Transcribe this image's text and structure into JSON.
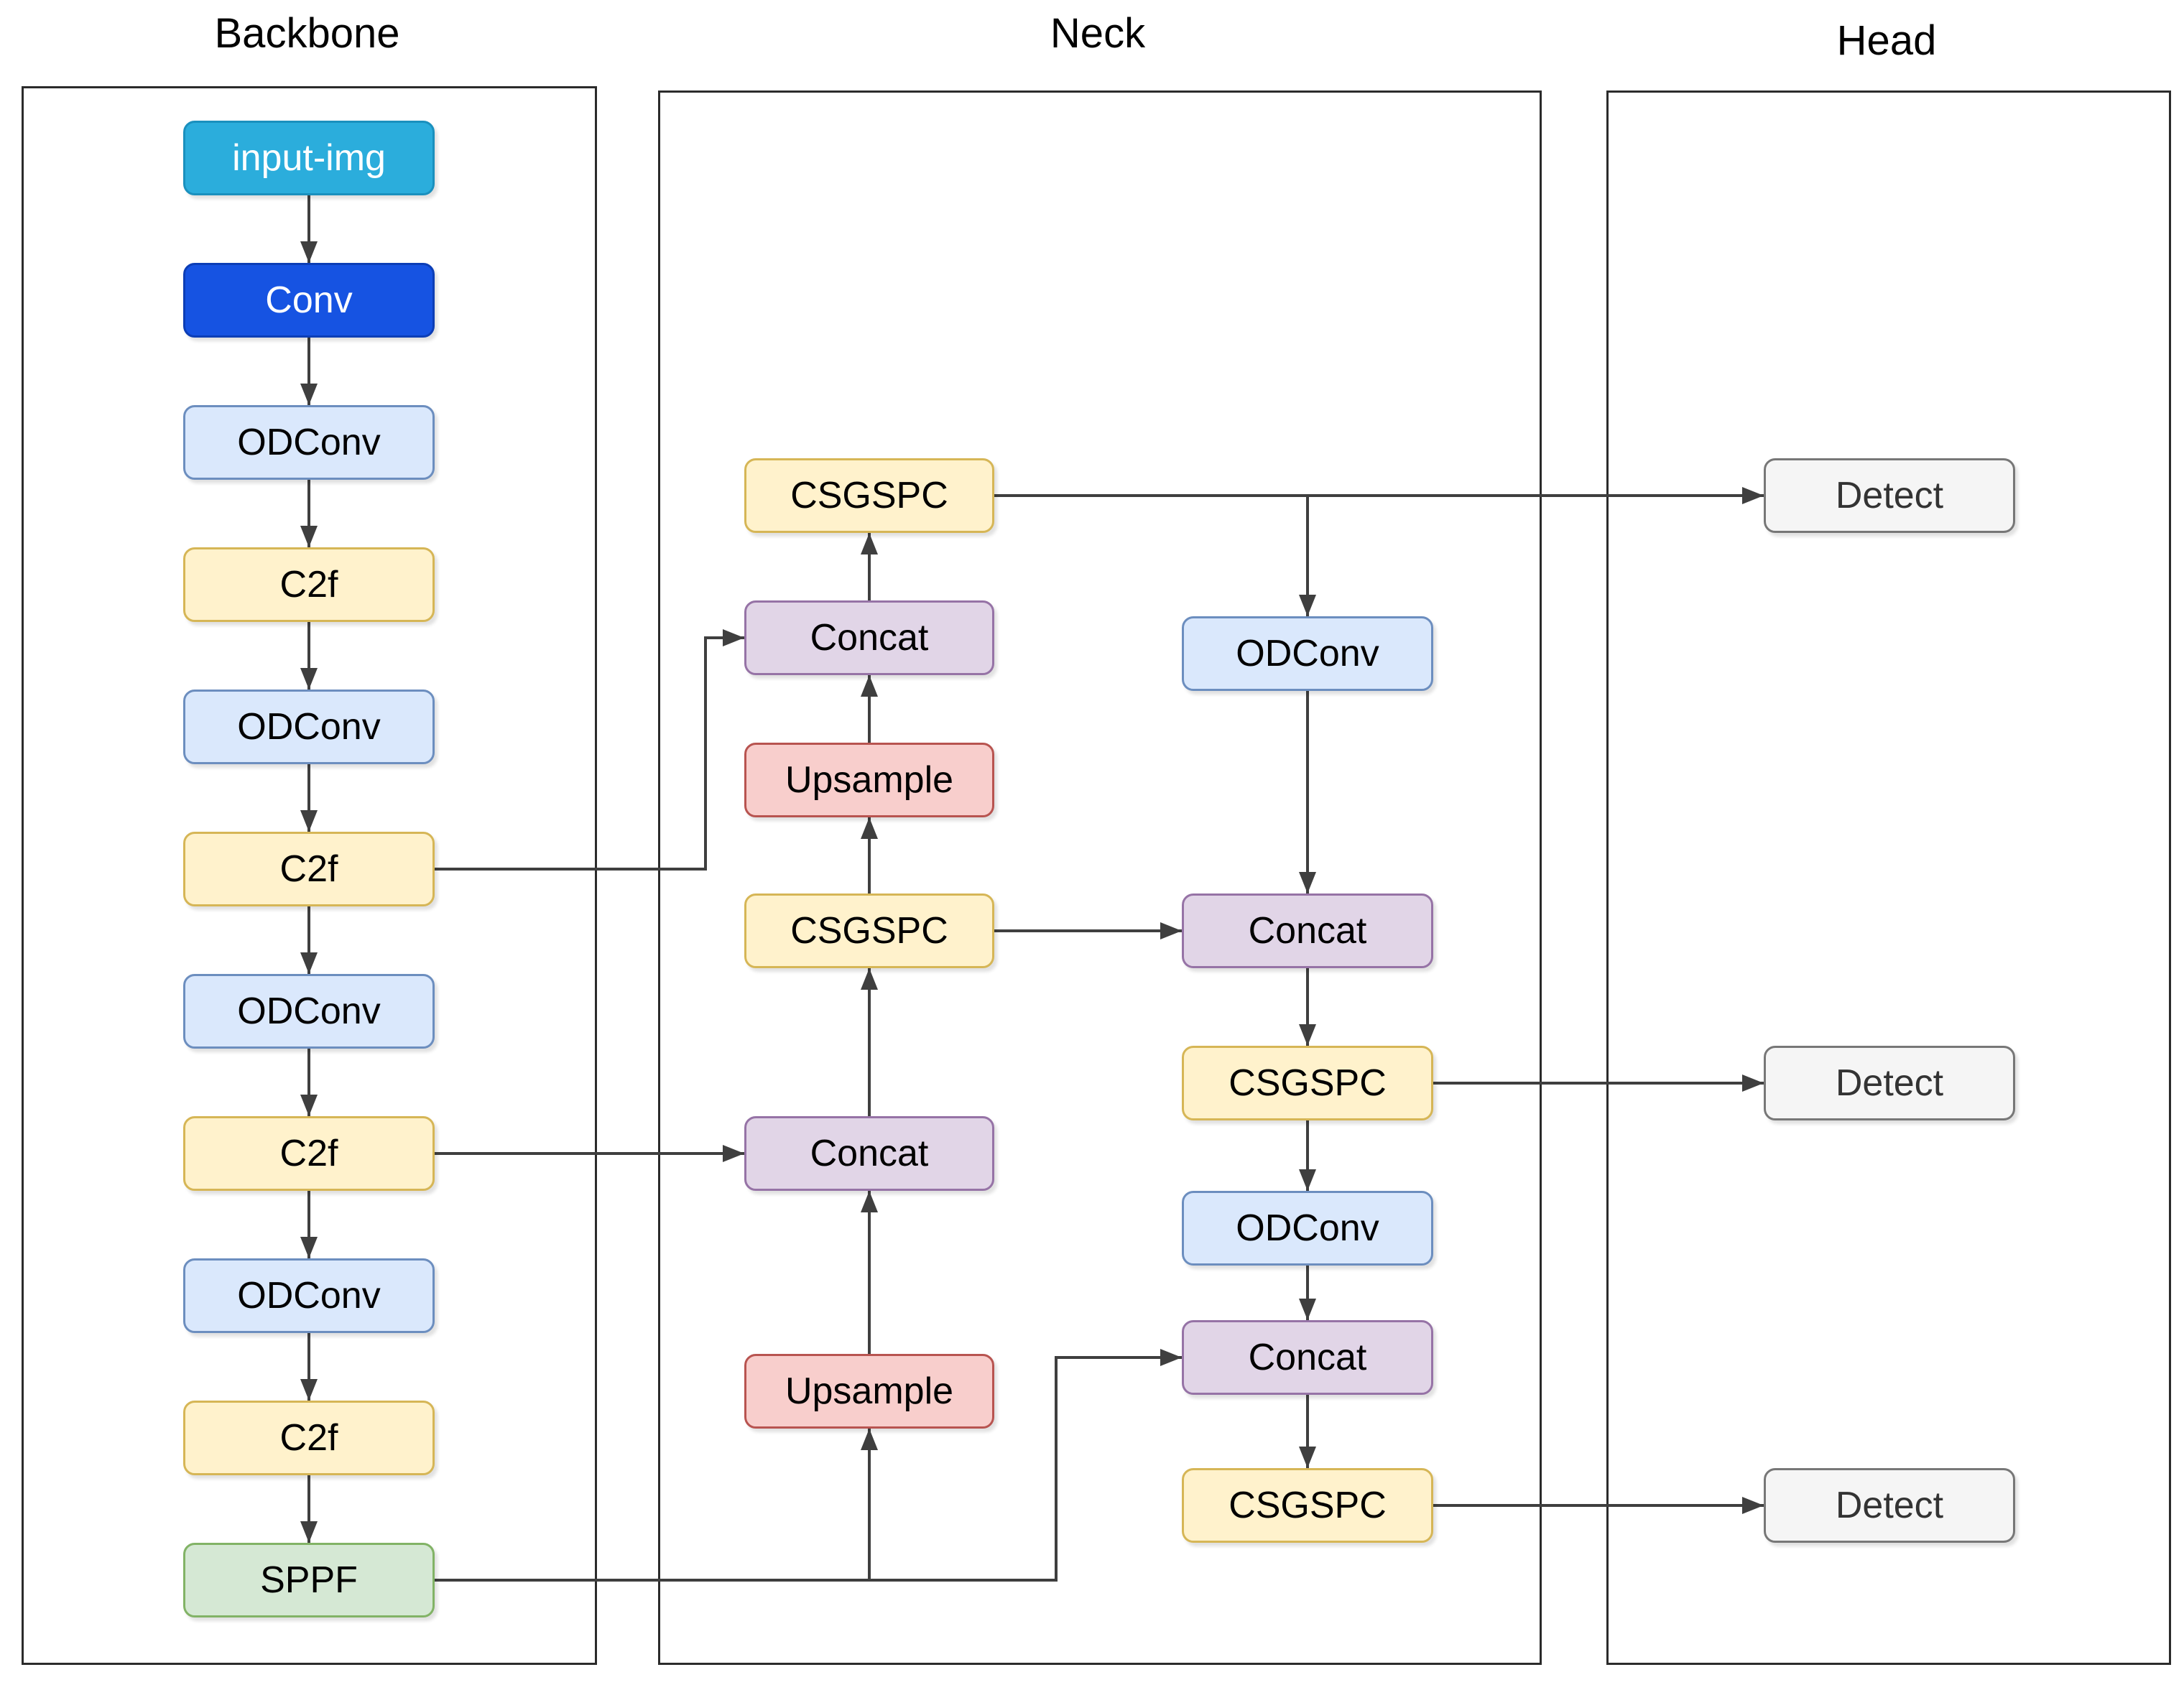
{
  "backbone": {
    "title": "Backbone",
    "nodes": [
      "input-img",
      "Conv",
      "ODConv",
      "C2f",
      "ODConv",
      "C2f",
      "ODConv",
      "C2f",
      "ODConv",
      "C2f",
      "SPPF"
    ]
  },
  "neck": {
    "title": "Neck",
    "left_nodes": [
      "CSGSPC",
      "Concat",
      "Upsample",
      "CSGSPC",
      "Concat",
      "Upsample"
    ],
    "right_nodes": [
      "ODConv",
      "Concat",
      "CSGSPC",
      "ODConv",
      "Concat",
      "CSGSPC"
    ],
    "flow_note": "bottom-up path on left column, top-down path on right column"
  },
  "head": {
    "title": "Head",
    "nodes": [
      "Detect",
      "Detect",
      "Detect"
    ]
  },
  "colors": {
    "input": {
      "fill": "#2BADDC",
      "border": "#1A90BE",
      "text": "#FFFFFF"
    },
    "conv": {
      "fill": "#1653E2",
      "border": "#0C3EB6",
      "text": "#FFFFFF"
    },
    "odconv": {
      "fill": "#DAE8FC",
      "border": "#6C8EBF",
      "text": "#000000"
    },
    "c2f": {
      "fill": "#FFF2CC",
      "border": "#D6B656",
      "text": "#000000"
    },
    "sppf": {
      "fill": "#D5E8D4",
      "border": "#82B366",
      "text": "#000000"
    },
    "csgspc": {
      "fill": "#FFF2CC",
      "border": "#D6B656",
      "text": "#000000"
    },
    "concat": {
      "fill": "#E1D5E7",
      "border": "#9673A6",
      "text": "#000000"
    },
    "upsample": {
      "fill": "#F8CECC",
      "border": "#B85450",
      "text": "#000000"
    },
    "detect": {
      "fill": "#F5F5F5",
      "border": "#777777",
      "text": "#333333"
    },
    "arrow": "#3F3F3F",
    "container_border": "#2B2B2B",
    "title_text": "#000000",
    "background": "#FFFFFF"
  }
}
